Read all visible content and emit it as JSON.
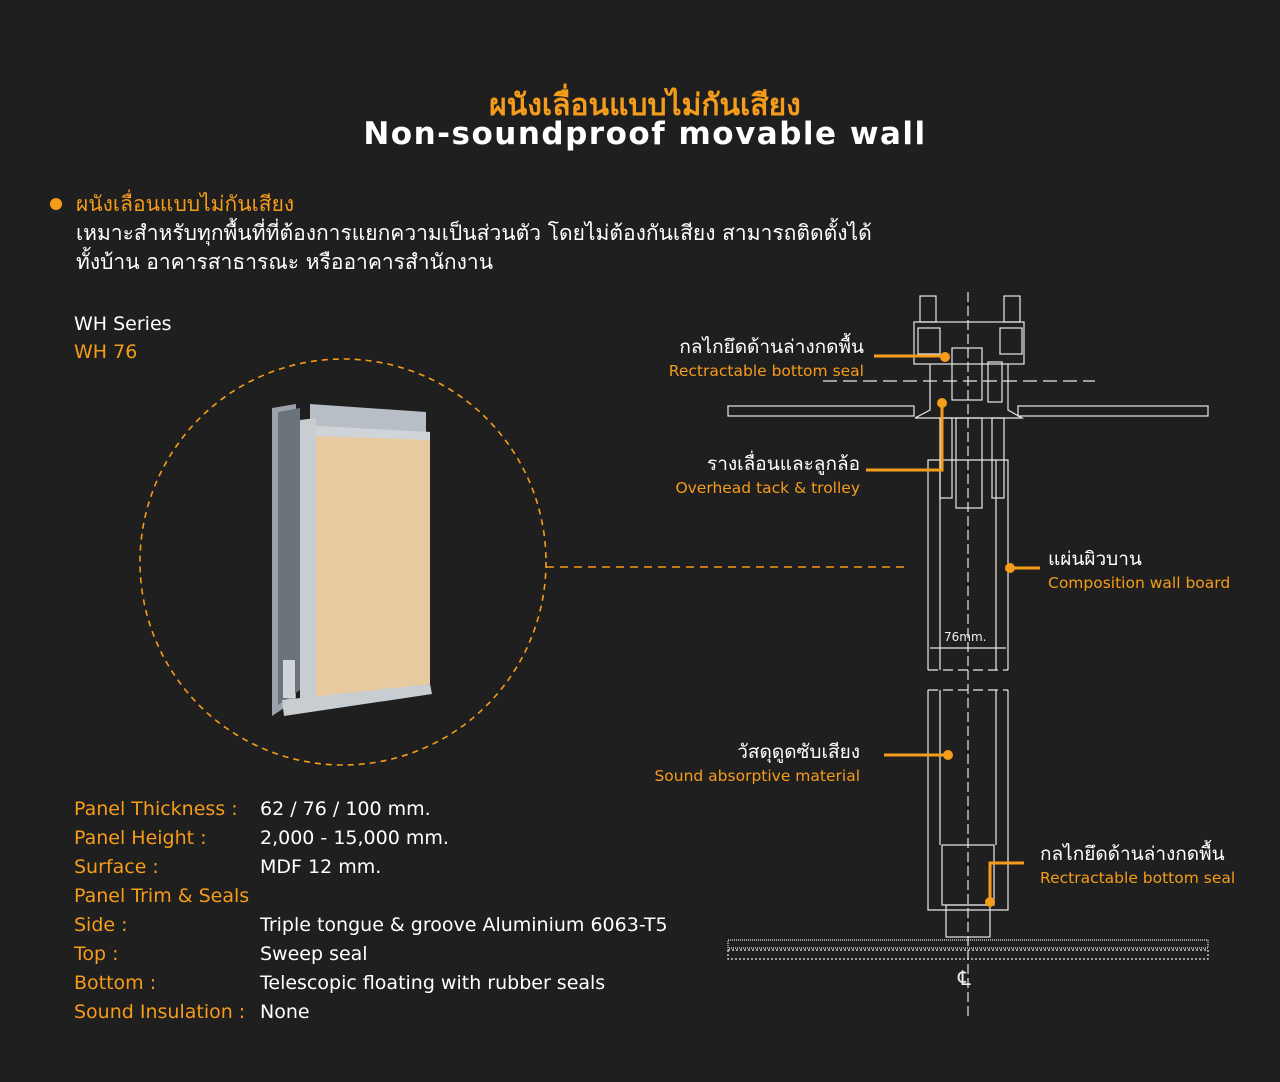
{
  "header": {
    "title_th": "ผนังเลื่อนแบบไม่กันเสียง",
    "title_en": "Non-soundproof movable wall"
  },
  "intro": {
    "heading": "ผนังเลื่อนแบบไม่กันเสียง",
    "line1": "เหมาะสำหรับทุกพื้นที่ที่ต้องการแยกความเป็นส่วนตัว โดยไม่ต้องกันเสียง สามารถติดตั้งได้",
    "line2": "ทั้งบ้าน อาคารสาธารณะ หรืออาคารสำนักงาน"
  },
  "series": {
    "name": "WH Series",
    "model": "WH 76"
  },
  "specs": [
    {
      "label": "Panel Thickness :",
      "value": "62 / 76 / 100 mm."
    },
    {
      "label": "Panel Height :",
      "value": "2,000 - 15,000 mm."
    },
    {
      "label": "Surface :",
      "value": "MDF 12 mm."
    },
    {
      "label": "Panel Trim & Seals",
      "value": ""
    },
    {
      "label": "Side :",
      "value": "Triple tongue & groove Aluminium 6063-T5"
    },
    {
      "label": "Top :",
      "value": "Sweep seal"
    },
    {
      "label": "Bottom :",
      "value": "Telescopic floating with rubber seals"
    },
    {
      "label": "Sound Insulation :",
      "value": "None"
    }
  ],
  "callouts": [
    {
      "th": "กลไกยึดด้านล่างกดพื้น",
      "en": "Rectractable bottom seal"
    },
    {
      "th": "รางเลื่อนและลูกล้อ",
      "en": "Overhead tack & trolley"
    },
    {
      "th": "แผ่นผิวบาน",
      "en": "Composition wall board"
    },
    {
      "th": "วัสดุดูดซับเสียง",
      "en": "Sound absorptive material"
    },
    {
      "th": "กลไกยึดด้านล่างกดพื้น",
      "en": "Rectractable bottom seal"
    }
  ],
  "dimension": "76mm.",
  "centerline_symbol": "℄",
  "colors": {
    "accent": "#f59c1a",
    "background": "#1f1f1f"
  }
}
